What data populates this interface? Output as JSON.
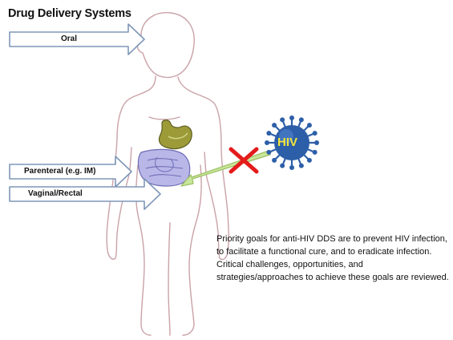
{
  "title": "Drug Delivery Systems",
  "routes": [
    {
      "label": "Oral"
    },
    {
      "label": "Parenteral (e.g. IM)"
    },
    {
      "label": "Vaginal/Rectal"
    }
  ],
  "virus": {
    "label": "HIV"
  },
  "description": "Priority goals for anti-HIV DDS are to prevent HIV infection, to facilitate a functional cure, and to eradicate infection. Critical challenges, opportunities, and strategies/approaches to achieve these goals are reviewed.",
  "colors": {
    "body_outline": "#c9a2a8",
    "arrow_fill": "#ffffff",
    "arrow_stroke": "#7f97b8",
    "intestine": "#b9b7e8",
    "stomach": "#9c9b38",
    "virus": "#2d5fa8",
    "virus_label": "#f3e63a",
    "block_x": "#e41b1b",
    "green_arrow": "#c8e69a"
  }
}
